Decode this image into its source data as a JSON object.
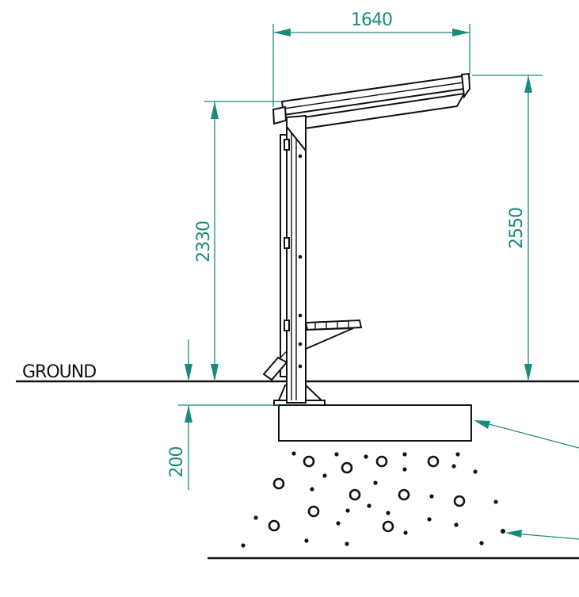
{
  "drawing": {
    "ground_label": "GROUND",
    "dimensions": {
      "width": "1640",
      "front_height": "2330",
      "back_height": "2550",
      "foundation_depth": "200"
    },
    "colors": {
      "dimension": "#1b8a7e",
      "outline": "#111111",
      "background": "#ffffff"
    }
  }
}
